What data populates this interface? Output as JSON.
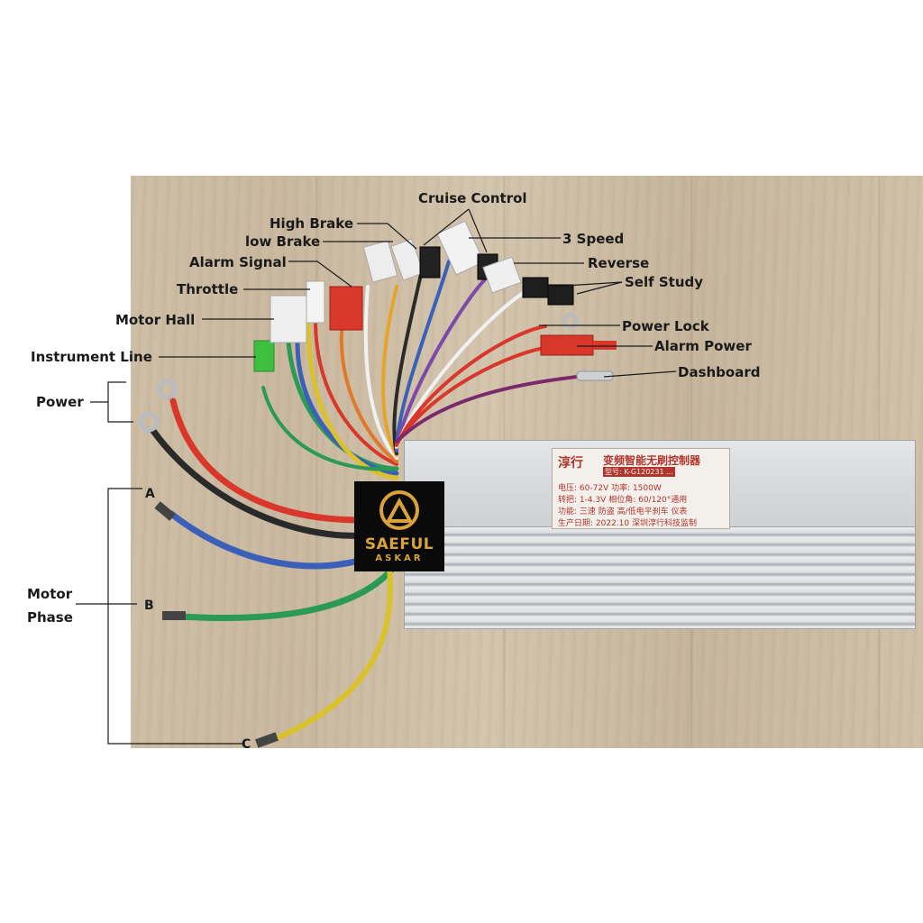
{
  "callouts": {
    "cruise_control": "Cruise Control",
    "high_brake": "High Brake",
    "low_brake": "low Brake",
    "three_speed": "3 Speed",
    "alarm_signal": "Alarm Signal",
    "reverse": "Reverse",
    "throttle": "Throttle",
    "self_study": "Self Study",
    "motor_hall": "Motor Hall",
    "power_lock": "Power Lock",
    "alarm_power": "Alarm Power",
    "instrument_line": "Instrument Line",
    "dashboard": "Dashboard",
    "power": "Power",
    "motor_phase_line1": "Motor",
    "motor_phase_line2": "Phase",
    "phase_a": "A",
    "phase_b": "B",
    "phase_c": "C"
  },
  "controller_label": {
    "brand": "淳行",
    "title": "变频智能无刷控制器",
    "model": "型号: K-G120231 ...",
    "voltage": "电压: 60-72V  功率: 1500W",
    "throttle_spec": "转把: 1-4.3V  相位角: 60/120°通用",
    "functions": "功能: 三速  防盗  高/低电平刹车  仪表",
    "date": "生产日期: 2022.10  深圳淳行科技监制"
  },
  "watermark": {
    "name": "SAEFUL",
    "sub": "ASKAR"
  },
  "colors": {
    "wire_red": "#d8372a",
    "wire_black": "#2a2a2a",
    "wire_blue": "#3c5fb8",
    "wire_green": "#2a9a55",
    "wire_yellow": "#d9c22a",
    "accent_gold": "#d9a23a",
    "sticker_red": "#b0352c"
  }
}
